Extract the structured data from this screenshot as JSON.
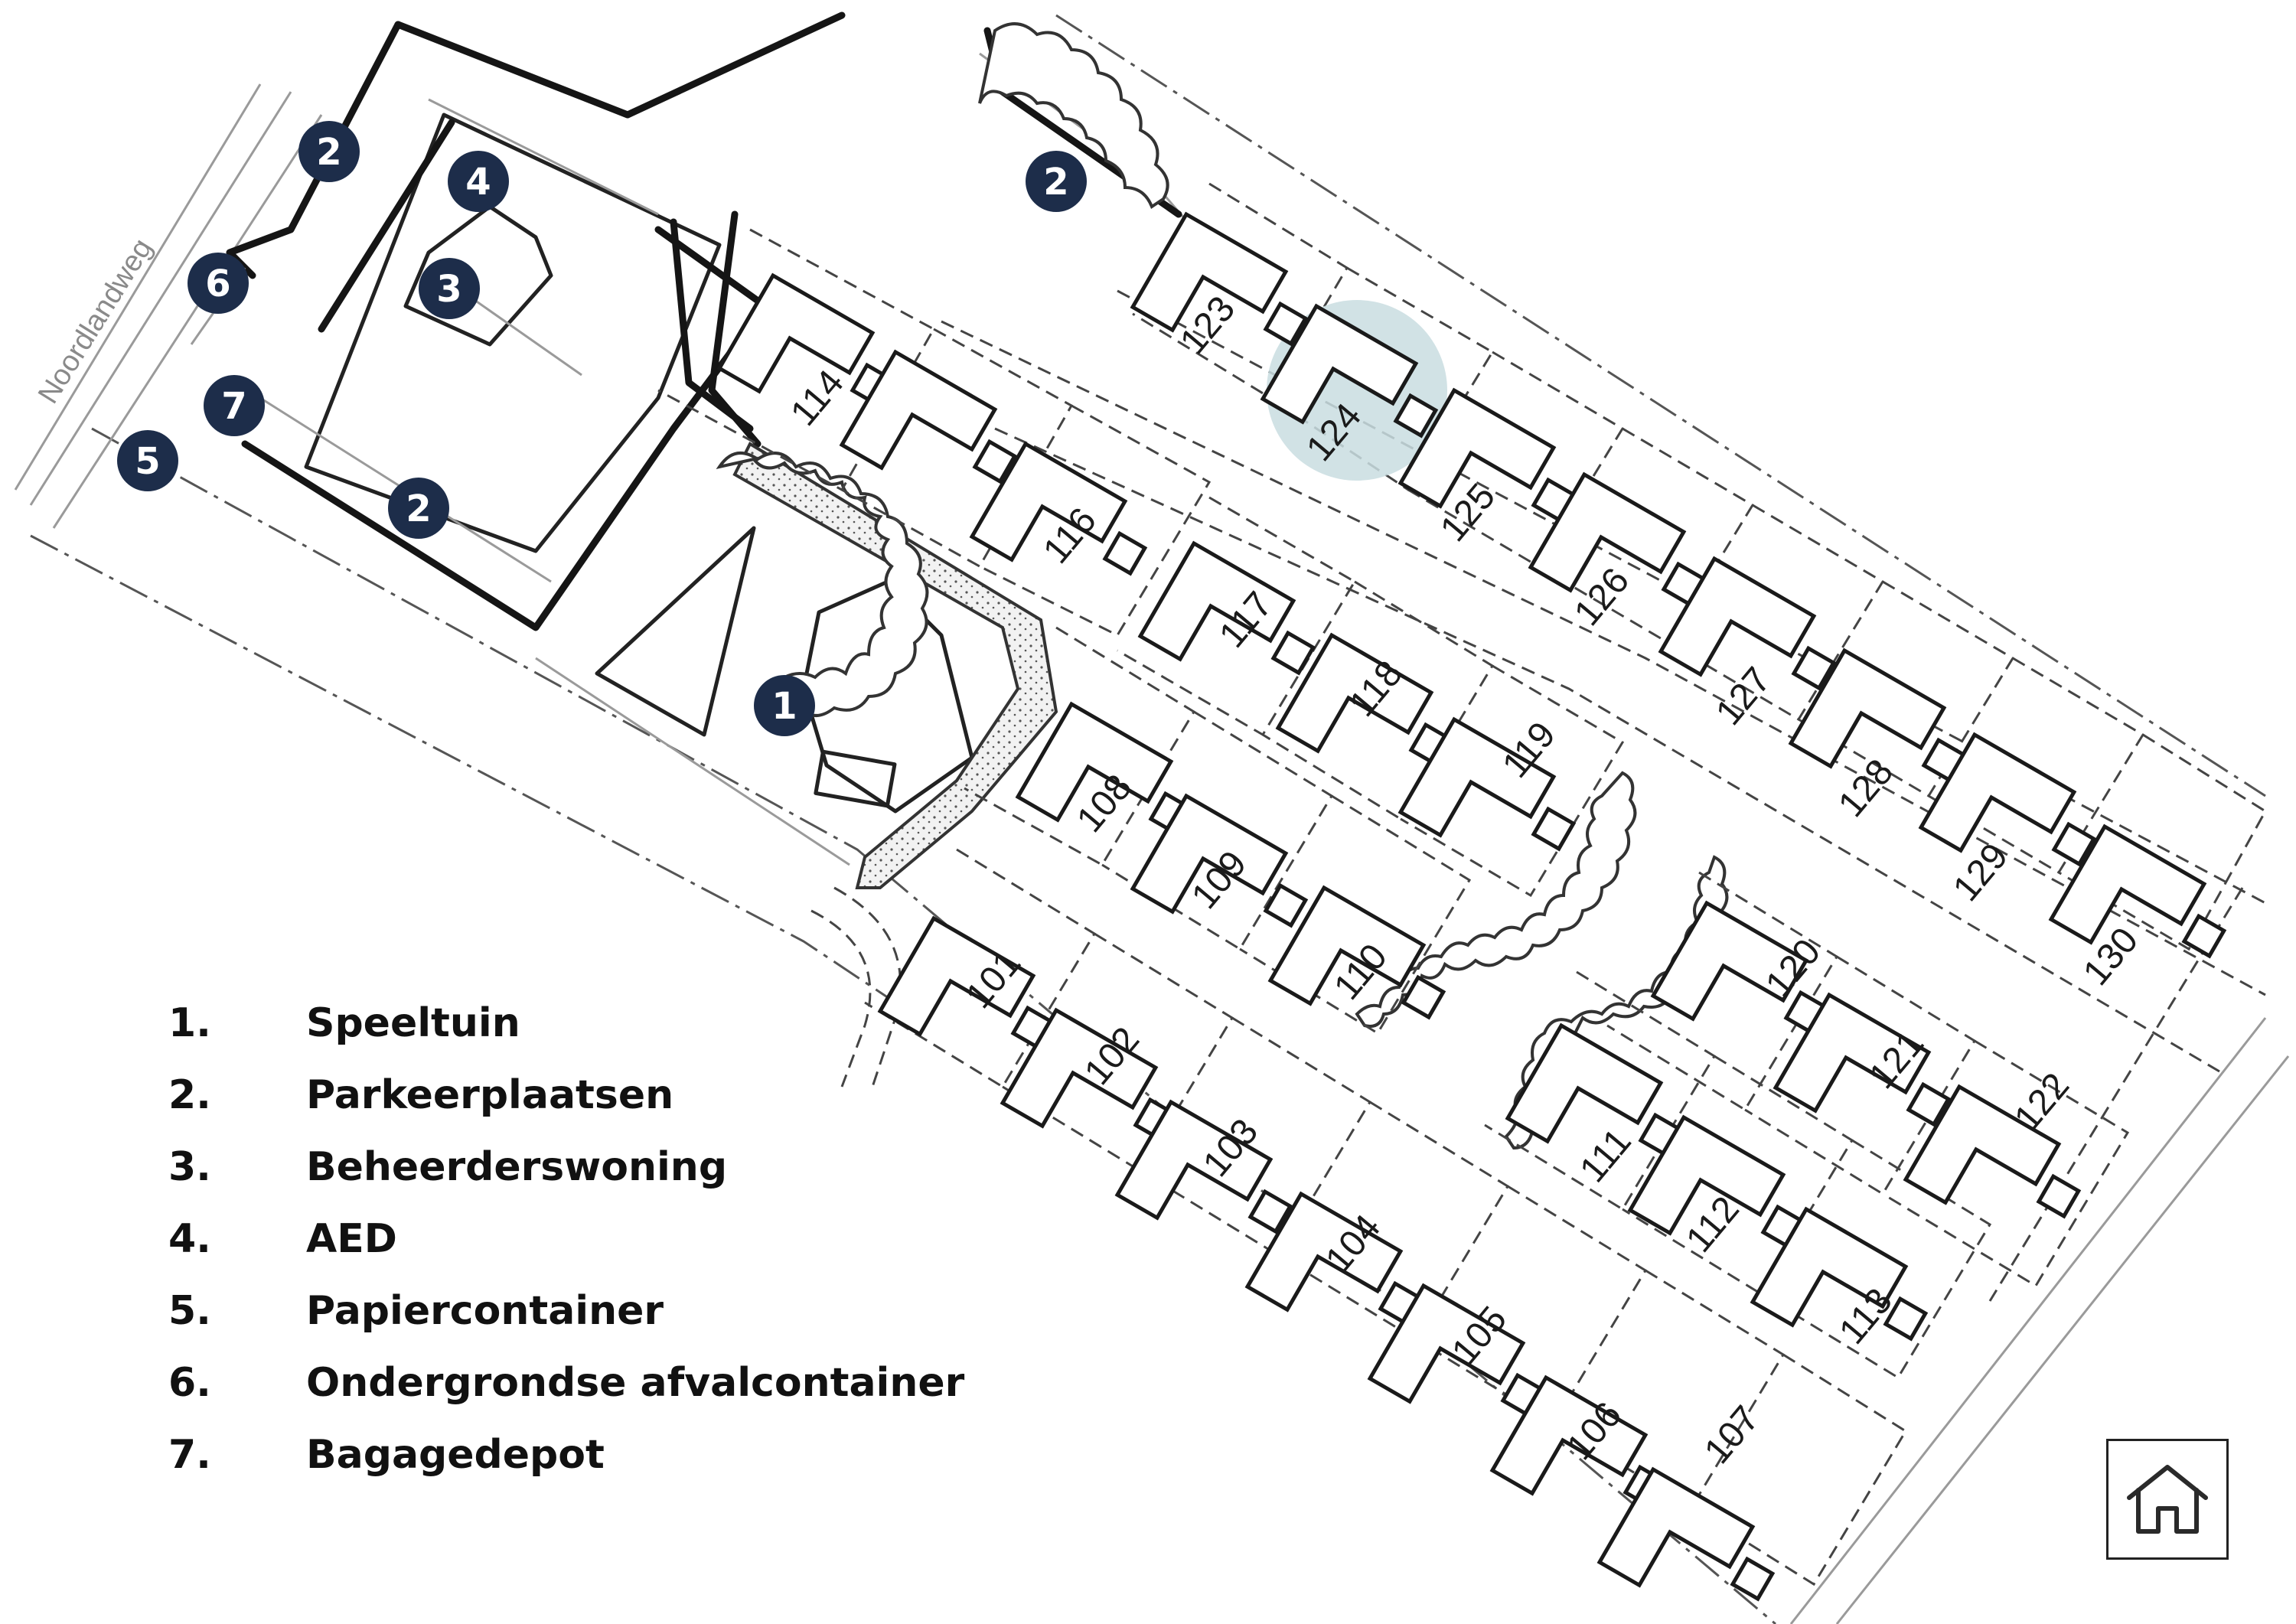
{
  "street_label": "Noordlandweg",
  "colors": {
    "marker": "#1d2d4a",
    "highlight": "#c9dde1",
    "ink": "#1a1a1a"
  },
  "highlighted_plot": "124",
  "plots": [
    "101",
    "102",
    "103",
    "104",
    "105",
    "106",
    "107",
    "108",
    "109",
    "110",
    "111",
    "112",
    "113",
    "114",
    "116",
    "117",
    "118",
    "119",
    "120",
    "121",
    "122",
    "123",
    "124",
    "125",
    "126",
    "127",
    "128",
    "129",
    "130"
  ],
  "markers": [
    {
      "id": "1",
      "label": "1"
    },
    {
      "id": "2a",
      "label": "2"
    },
    {
      "id": "2b",
      "label": "2"
    },
    {
      "id": "2c",
      "label": "2"
    },
    {
      "id": "3",
      "label": "3"
    },
    {
      "id": "4",
      "label": "4"
    },
    {
      "id": "5",
      "label": "5"
    },
    {
      "id": "6",
      "label": "6"
    },
    {
      "id": "7",
      "label": "7"
    }
  ],
  "legend": [
    {
      "num": "1.",
      "label": "Speeltuin"
    },
    {
      "num": "2.",
      "label": "Parkeerplaatsen"
    },
    {
      "num": "3.",
      "label": "Beheerderswoning"
    },
    {
      "num": "4.",
      "label": "AED"
    },
    {
      "num": "5.",
      "label": "Papiercontainer"
    },
    {
      "num": "6.",
      "label": "Ondergrondse afvalcontainer"
    },
    {
      "num": "7.",
      "label": "Bagagedepot"
    }
  ],
  "home_icon": "home-icon"
}
